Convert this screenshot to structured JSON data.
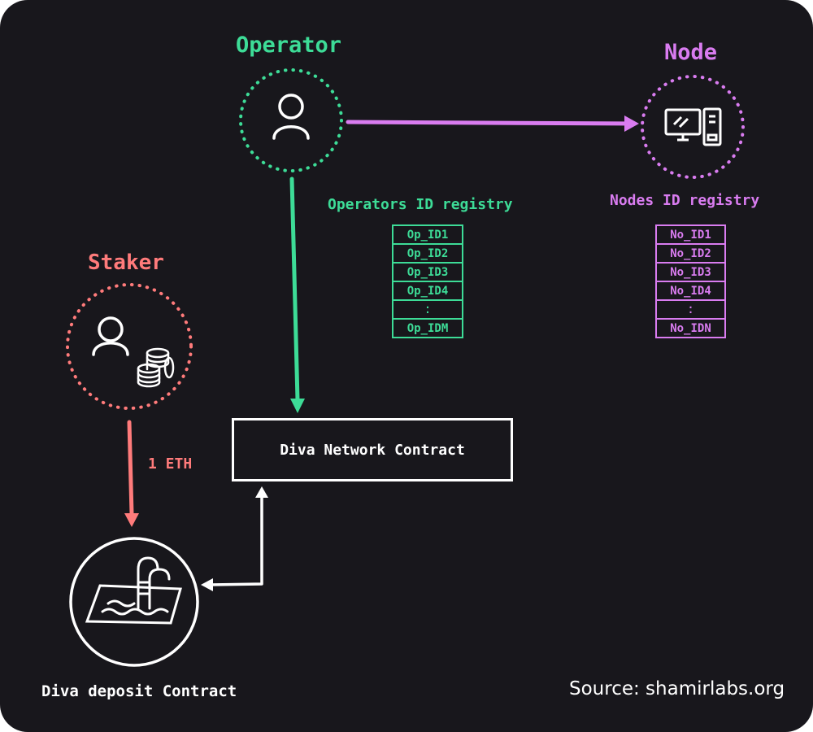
{
  "title_operator": "Operator",
  "title_node": "Node",
  "title_staker": "Staker",
  "operators_registry": {
    "title": "Operators ID registry",
    "entries": [
      "Op_ID1",
      "Op_ID2",
      "Op_ID3",
      "Op_ID4",
      "Op_IDM"
    ]
  },
  "nodes_registry": {
    "title": "Nodes ID registry",
    "entries": [
      "No_ID1",
      "No_ID2",
      "No_ID3",
      "No_ID4",
      "No_IDN"
    ]
  },
  "network_contract_label": "Diva Network Contract",
  "eth_label": "1 ETH",
  "deposit_contract_label": "Diva deposit Contract",
  "source_label": "Source: shamirlabs.org",
  "colors": {
    "background": "#18171c",
    "operator": "#3ddc97",
    "node": "#d97cf0",
    "staker": "#ff7b7b",
    "neutral": "#ffffff"
  },
  "icons": {
    "operator": "user-icon",
    "node": "computer-icon",
    "staker": "user-with-coins-icon",
    "deposit": "pool-icon"
  }
}
